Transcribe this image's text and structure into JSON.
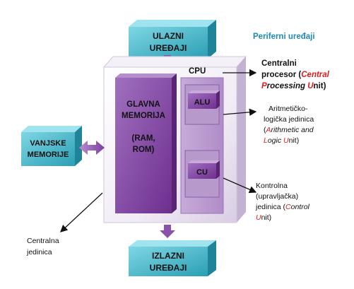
{
  "diagram": {
    "peripherals_caption": "Periferni uređaji",
    "input_devices": {
      "line1": "ULAZNI",
      "line2": "UREĐAJI"
    },
    "output_devices": {
      "line1": "IZLAZNI",
      "line2": "UREĐAJI"
    },
    "external_memory": {
      "line1": "VANJSKE",
      "line2": "MEMORIJE"
    },
    "main_memory": {
      "line1": "GLAVNA",
      "line2": "MEMORIJA",
      "line3": "(RAM,",
      "line4": "ROM)"
    },
    "cpu_label": "CPU",
    "alu_label": "ALU",
    "cu_label": "CU",
    "central_unit_caption": {
      "line1": "Centralna",
      "line2": "jedinica"
    },
    "cpu_caption": {
      "line1": "Centralni",
      "line2_a": "procesor (",
      "line2_b": "Central",
      "line3_a": "P",
      "line3_b": "rocessing ",
      "line3_c": "U",
      "line3_d": "nit)"
    },
    "alu_caption": {
      "line1": "Aritmetičko-",
      "line2": "logička jedinica",
      "line3_a": "(",
      "line3_b": "A",
      "line3_c": "rithmetic and",
      "line4_a": "L",
      "line4_b": "ogic ",
      "line4_c": "U",
      "line4_d": "nit)"
    },
    "cu_caption": {
      "line1": "Kontrolna",
      "line2": "(upravljačka)",
      "line3_a": "jedinica (",
      "line3_b": "C",
      "line3_c": "ontrol",
      "line4_a": "U",
      "line4_b": "nit)"
    }
  },
  "colors": {
    "cyan_box": "#3fb3c7",
    "purple": "#7d3f9c",
    "caption_blue": "#1e8ab4",
    "accent_red": "#e01b1b"
  }
}
